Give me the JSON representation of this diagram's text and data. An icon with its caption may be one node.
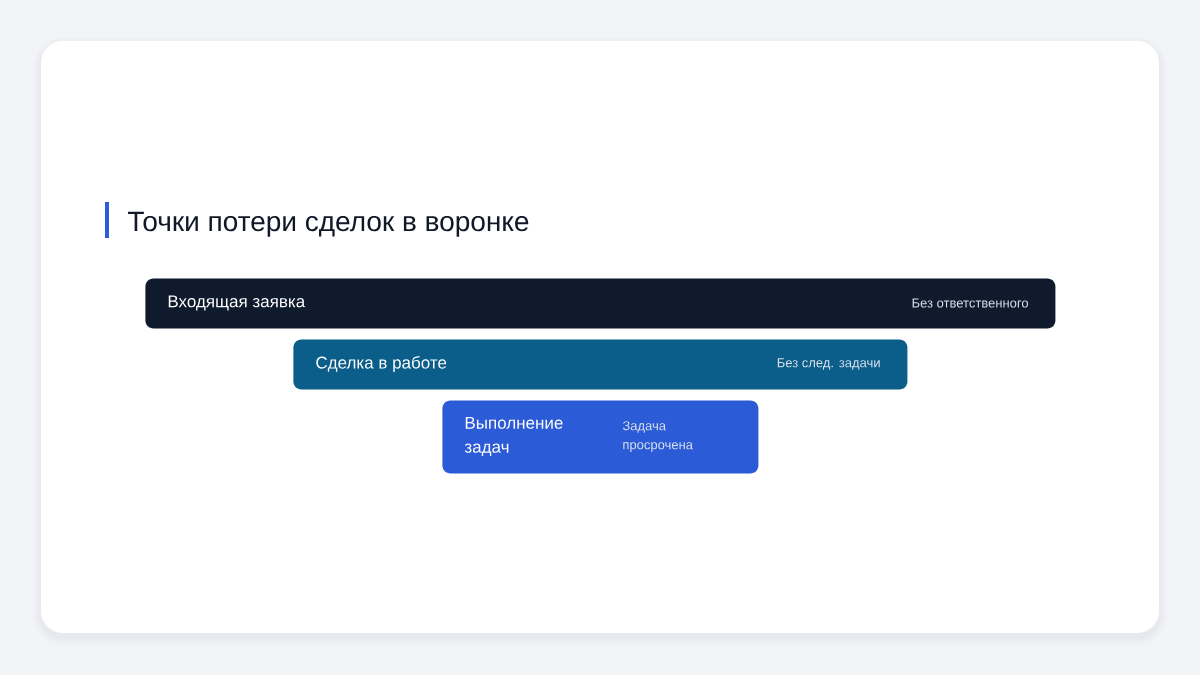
{
  "diagram": {
    "title": "Точки потери сделок в воронке",
    "nodes": [
      {
        "text": [
          "Входящая заявка",
          "Без ответственного"
        ]
      },
      {
        "text": [
          "Сделка в работе",
          "Без след. задачи"
        ]
      },
      {
        "text": [
          "Выполнение задач",
          "Задача просрочена"
        ]
      }
    ]
  }
}
